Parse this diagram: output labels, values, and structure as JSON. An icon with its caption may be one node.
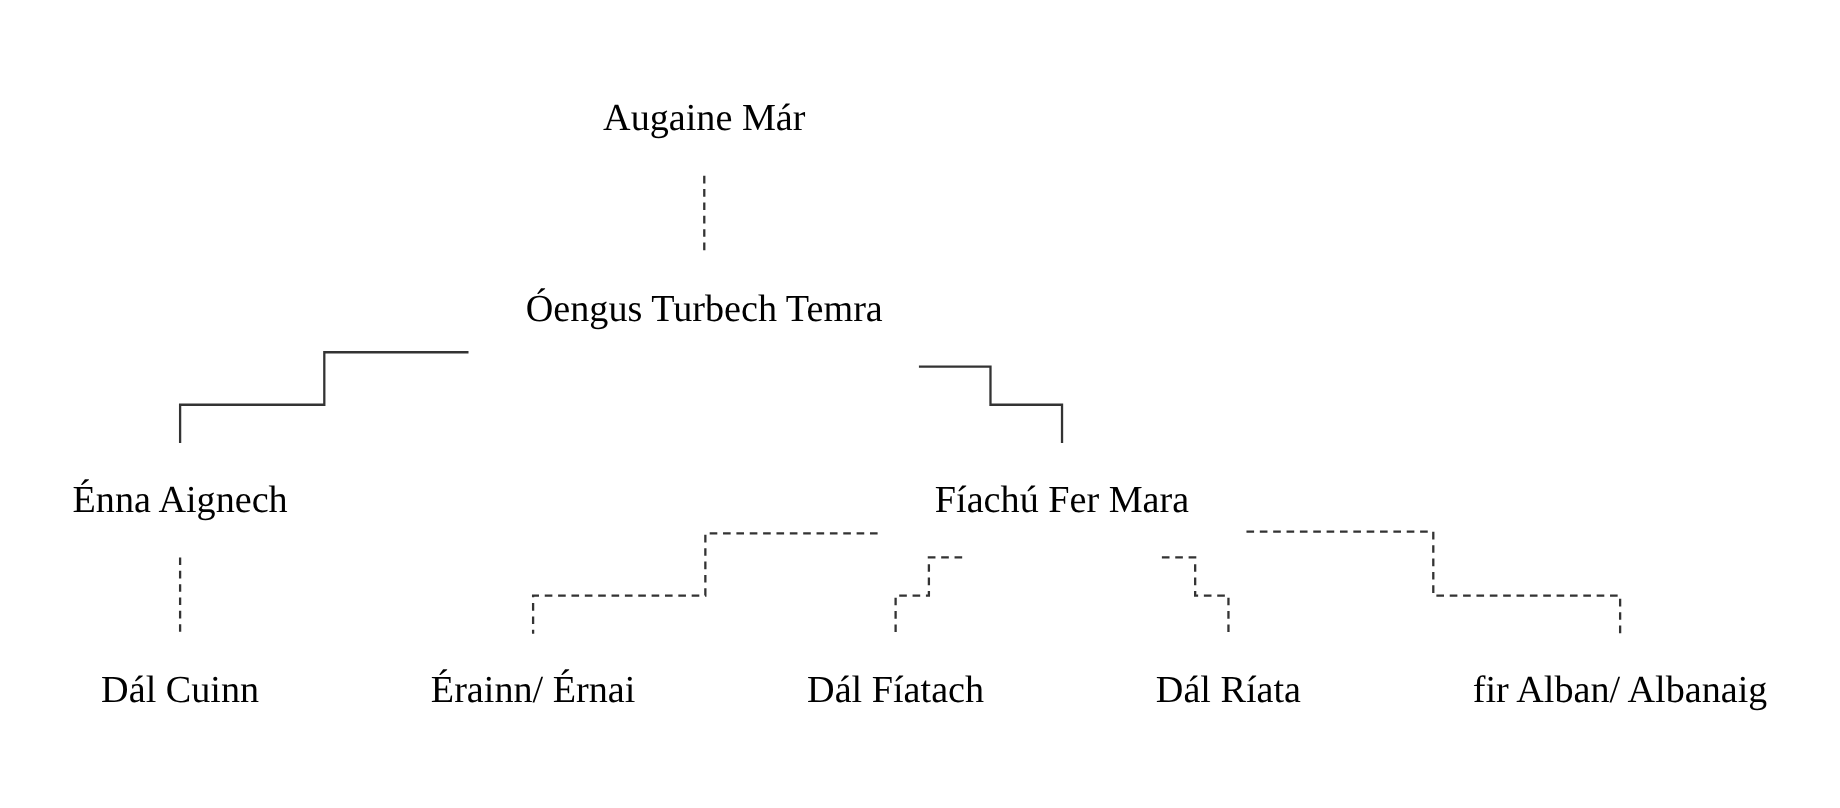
{
  "diagram": {
    "nodes": [
      {
        "text": [
          "Augaine Már"
        ]
      },
      {
        "text": [
          "Óengus Turbech Temra"
        ]
      },
      {
        "text": [
          "Énna Aignech"
        ]
      },
      {
        "text": [
          "Fíachú Fer Mara"
        ]
      },
      {
        "text": [
          "Dál Cuinn"
        ]
      },
      {
        "text": [
          "Érainn/ Érnai"
        ]
      },
      {
        "text": [
          "Dál Fíatach"
        ]
      },
      {
        "text": [
          "Dál Ríata"
        ]
      },
      {
        "text": [
          "fir Alban/ Albanaig"
        ]
      }
    ],
    "edges": [
      {
        "from": 0,
        "to": 1,
        "arrow": "none",
        "style": "dashed"
      },
      {
        "from": 1,
        "to": 2,
        "arrow": "none"
      },
      {
        "from": 1,
        "to": 3,
        "arrow": "none"
      },
      {
        "from": 2,
        "to": 4,
        "arrow": "none",
        "style": "dashed"
      },
      {
        "from": 3,
        "to": 5,
        "arrow": "none",
        "style": "dashed"
      },
      {
        "from": 3,
        "to": 6,
        "arrow": "none",
        "style": "dashed"
      },
      {
        "from": 3,
        "to": 7,
        "arrow": "none",
        "style": "dashed"
      },
      {
        "from": 3,
        "to": 8,
        "arrow": "none",
        "style": "dashed"
      }
    ]
  }
}
